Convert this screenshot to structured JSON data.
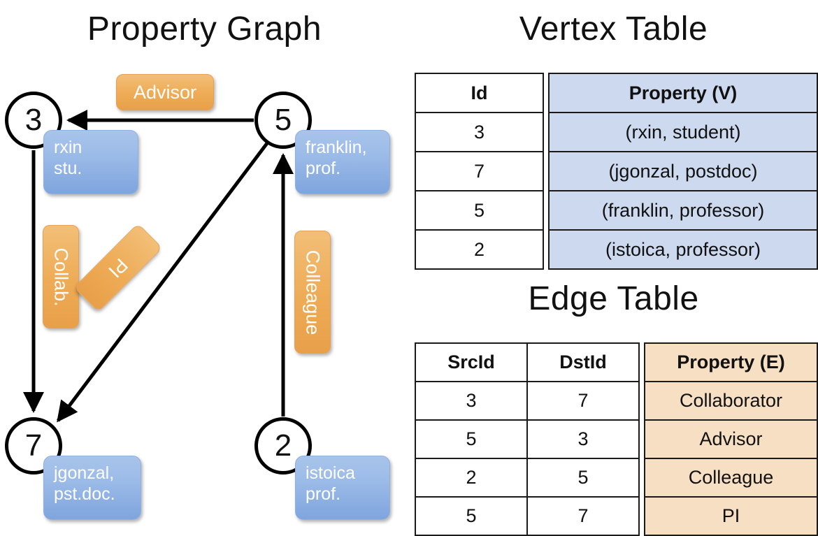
{
  "titles": {
    "graph": "Property Graph",
    "vertex_table": "Vertex Table",
    "edge_table": "Edge Table"
  },
  "colors": {
    "vertex_property_fill": "#ccd9ee",
    "edge_property_fill": "#f7dfc3",
    "node_box_blue": "#9dbce8",
    "edge_label_orange": "#eeab55",
    "stroke": "#000000",
    "background": "#ffffff"
  },
  "graph": {
    "vertices": [
      {
        "id": "3",
        "label_lines": [
          "rxin",
          "stu."
        ]
      },
      {
        "id": "5",
        "label_lines": [
          "franklin,",
          "prof."
        ]
      },
      {
        "id": "7",
        "label_lines": [
          "jgonzal,",
          "pst.doc."
        ]
      },
      {
        "id": "2",
        "label_lines": [
          "istoica",
          "prof."
        ]
      }
    ],
    "edge_labels": {
      "advisor": "Advisor",
      "collab": "Collab.",
      "pi": "PI",
      "colleague": "Colleague"
    },
    "edges": [
      {
        "from": "5",
        "to": "3",
        "label": "Advisor"
      },
      {
        "from": "3",
        "to": "7",
        "label": "Collab."
      },
      {
        "from": "5",
        "to": "7",
        "label": "PI"
      },
      {
        "from": "2",
        "to": "5",
        "label": "Colleague"
      }
    ]
  },
  "vertex_table": {
    "headers": [
      "Id",
      "Property (V)"
    ],
    "rows": [
      {
        "id": "3",
        "property": "(rxin, student)"
      },
      {
        "id": "7",
        "property": "(jgonzal, postdoc)"
      },
      {
        "id": "5",
        "property": "(franklin, professor)"
      },
      {
        "id": "2",
        "property": "(istoica, professor)"
      }
    ]
  },
  "edge_table": {
    "headers": [
      "SrcId",
      "DstId",
      "Property (E)"
    ],
    "rows": [
      {
        "src": "3",
        "dst": "7",
        "property": "Collaborator"
      },
      {
        "src": "5",
        "dst": "3",
        "property": "Advisor"
      },
      {
        "src": "2",
        "dst": "5",
        "property": "Colleague"
      },
      {
        "src": "5",
        "dst": "7",
        "property": "PI"
      }
    ]
  }
}
